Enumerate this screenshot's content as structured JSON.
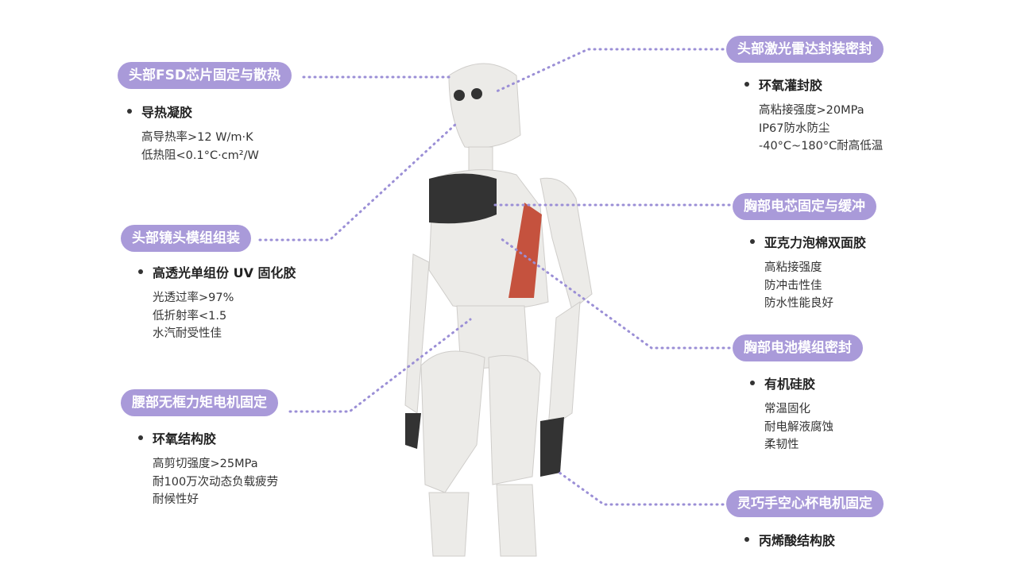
{
  "accent": "#a99ad9",
  "callouts": [
    {
      "title": "头部FSD芯片固定与散热",
      "material": "导热凝胶",
      "props": [
        "高导热率>12 W/m·K",
        "低热阻<0.1°C·cm²/W"
      ]
    },
    {
      "title": "头部镜头模组组装",
      "material": "高透光单组份 UV 固化胶",
      "props": [
        "光透过率>97%",
        "低折射率<1.5",
        "水汽耐受性佳"
      ]
    },
    {
      "title": "腰部无框力矩电机固定",
      "material": "环氧结构胶",
      "props": [
        "高剪切强度>25MPa",
        "耐100万次动态负载疲劳",
        "耐候性好"
      ]
    },
    {
      "title": "头部激光雷达封装密封",
      "material": "环氧灌封胶",
      "props": [
        "高粘接强度>20MPa",
        "IP67防水防尘",
        "-40°C~180°C耐高低温"
      ]
    },
    {
      "title": "胸部电芯固定与缓冲",
      "material": "亚克力泡棉双面胶",
      "props": [
        "高粘接强度",
        "防冲击性佳",
        "防水性能良好"
      ]
    },
    {
      "title": "胸部电池模组密封",
      "material": "有机硅胶",
      "props": [
        "常温固化",
        "耐电解液腐蚀",
        "柔韧性"
      ]
    },
    {
      "title": "灵巧手空心杯电机固定",
      "material": "丙烯酸结构胶",
      "props": []
    }
  ]
}
